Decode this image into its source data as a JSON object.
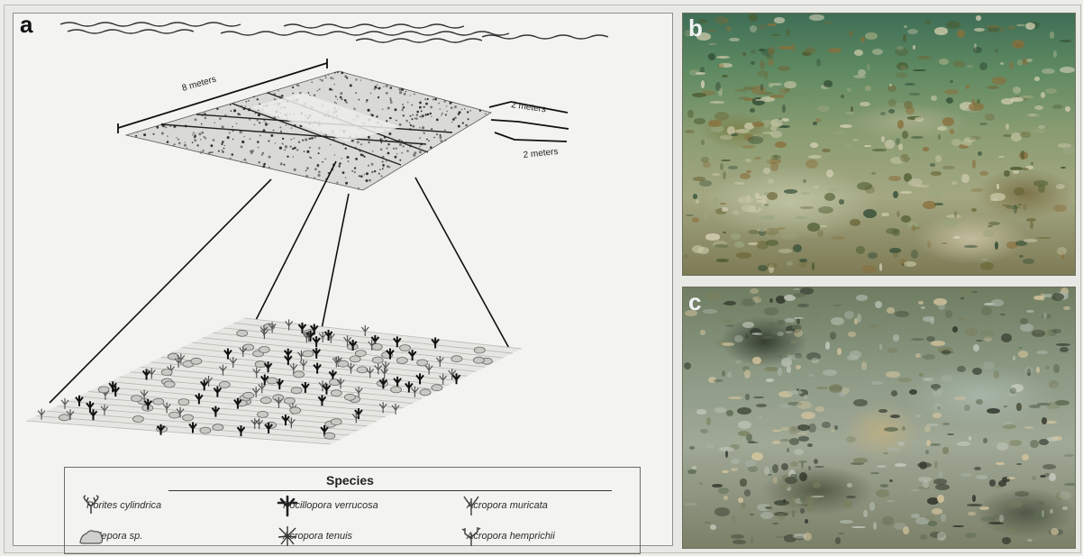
{
  "figure": {
    "panel_a_label": "a",
    "panel_b_label": "b",
    "panel_c_label": "c"
  },
  "plot_diagram": {
    "length_label": "8 meters",
    "width_top_label": "2 meters",
    "width_side_label": "2 meters"
  },
  "legend": {
    "title": "Species",
    "items": [
      {
        "name": "Porites cylindrica",
        "icon": "porites-cylindrica-icon"
      },
      {
        "name": "Pocillopora verrucosa",
        "icon": "pocillopora-verrucosa-icon"
      },
      {
        "name": "Acropora muricata",
        "icon": "acropora-muricata-icon"
      },
      {
        "name": "Millepora sp.",
        "icon": "millepora-icon"
      },
      {
        "name": "Acropora tenuis",
        "icon": "acropora-tenuis-icon"
      },
      {
        "name": "Acropora hemprichii",
        "icon": "acropora-hemprichii-icon"
      }
    ]
  }
}
